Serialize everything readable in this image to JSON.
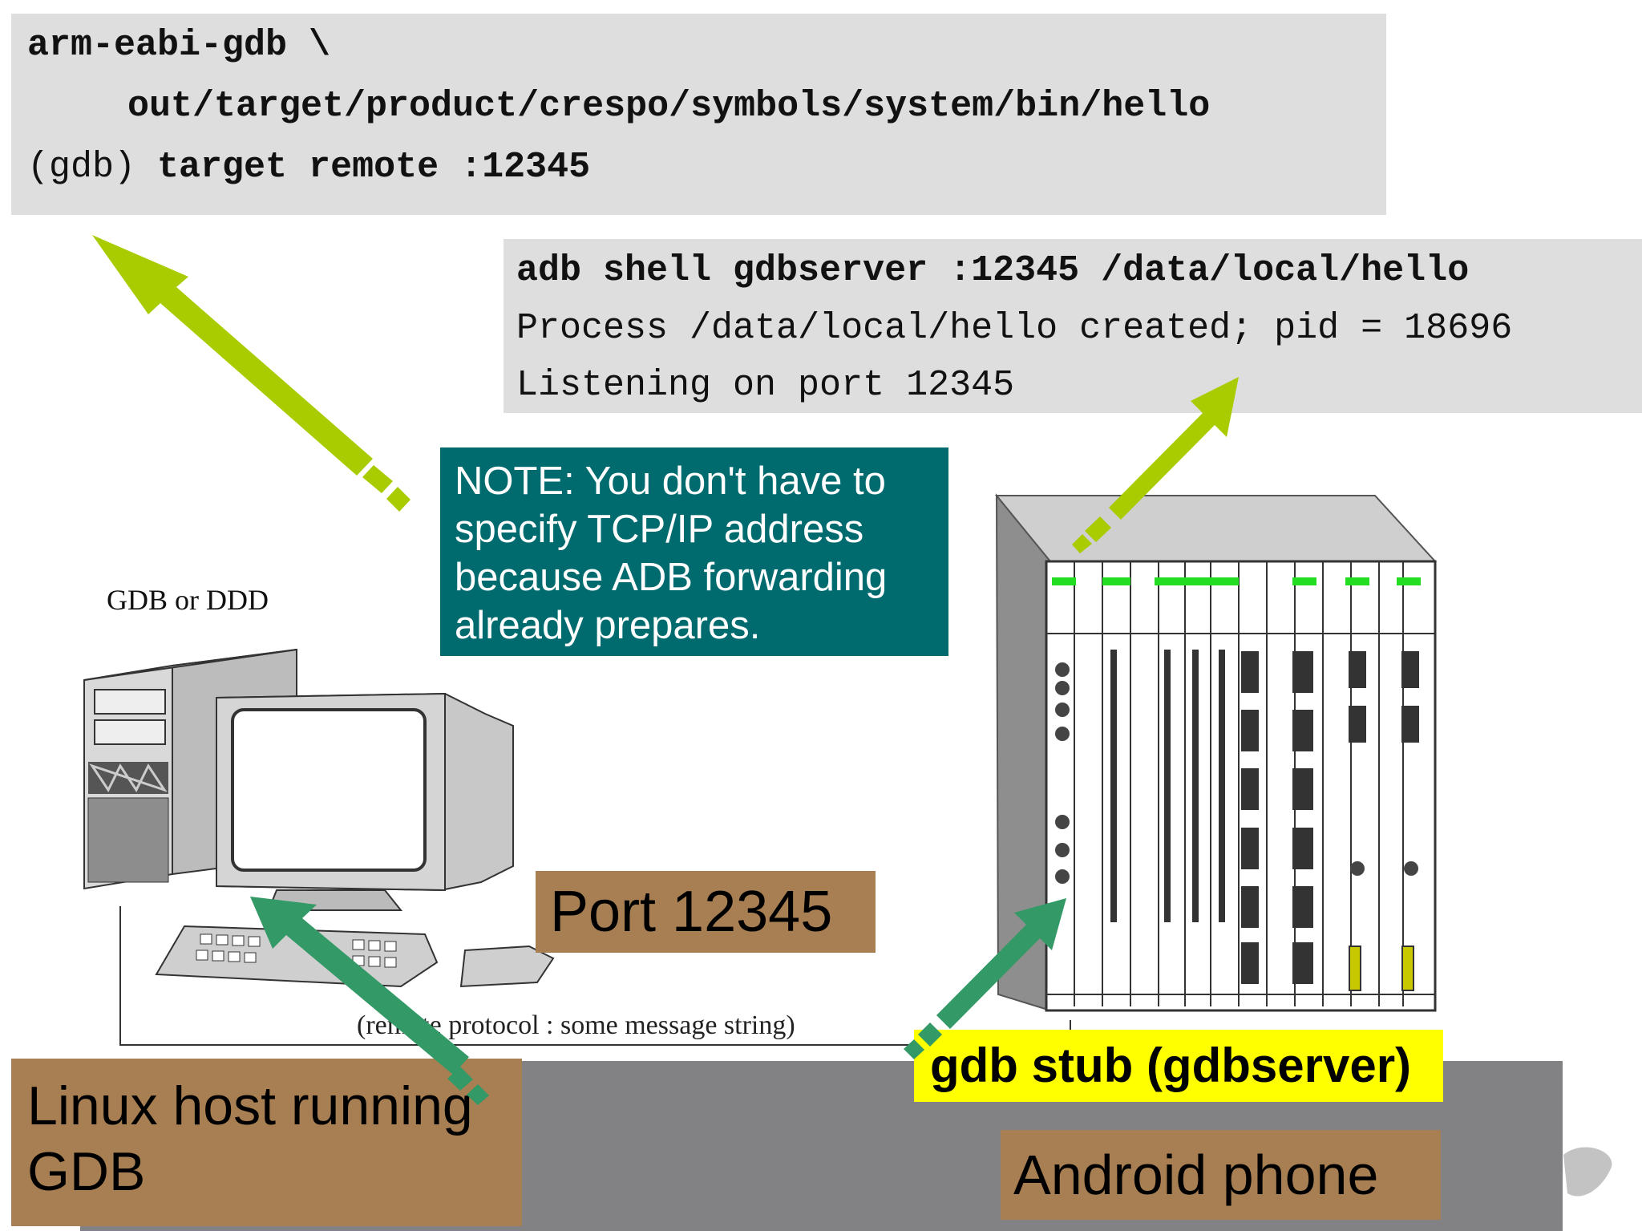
{
  "gdb_terminal": {
    "line1": "arm-eabi-gdb \\",
    "line2": "out/target/product/crespo/symbols/system/bin/hello",
    "prompt": "(gdb) ",
    "command": "target remote :12345"
  },
  "adb_terminal": {
    "command": "adb shell gdbserver :12345 /data/local/hello",
    "output1": "Process /data/local/hello created; pid = 18696",
    "output2": "Listening on port 12345"
  },
  "note": "NOTE: You don't have to specify TCP/IP address because ADB forwarding already prepares.",
  "host_caption": "GDB or DDD",
  "port_label": "Port 12345",
  "protocol_label": "(remote protocol : some message string)",
  "linux_host_label": "Linux host running GDB",
  "gdb_stub_label": "gdb stub (gdbserver)",
  "android_label": "Android phone",
  "colors": {
    "terminal_bg": "#dedede",
    "note_bg": "#006b6e",
    "label_brown": "#a87f52",
    "stub_yellow": "#ffff00",
    "arrow_lime": "#a8cc00",
    "arrow_green": "#339966",
    "floor_gray": "#828183"
  },
  "icons": [
    "desktop-computer-icon",
    "server-rack-icon",
    "arrow-icon"
  ]
}
